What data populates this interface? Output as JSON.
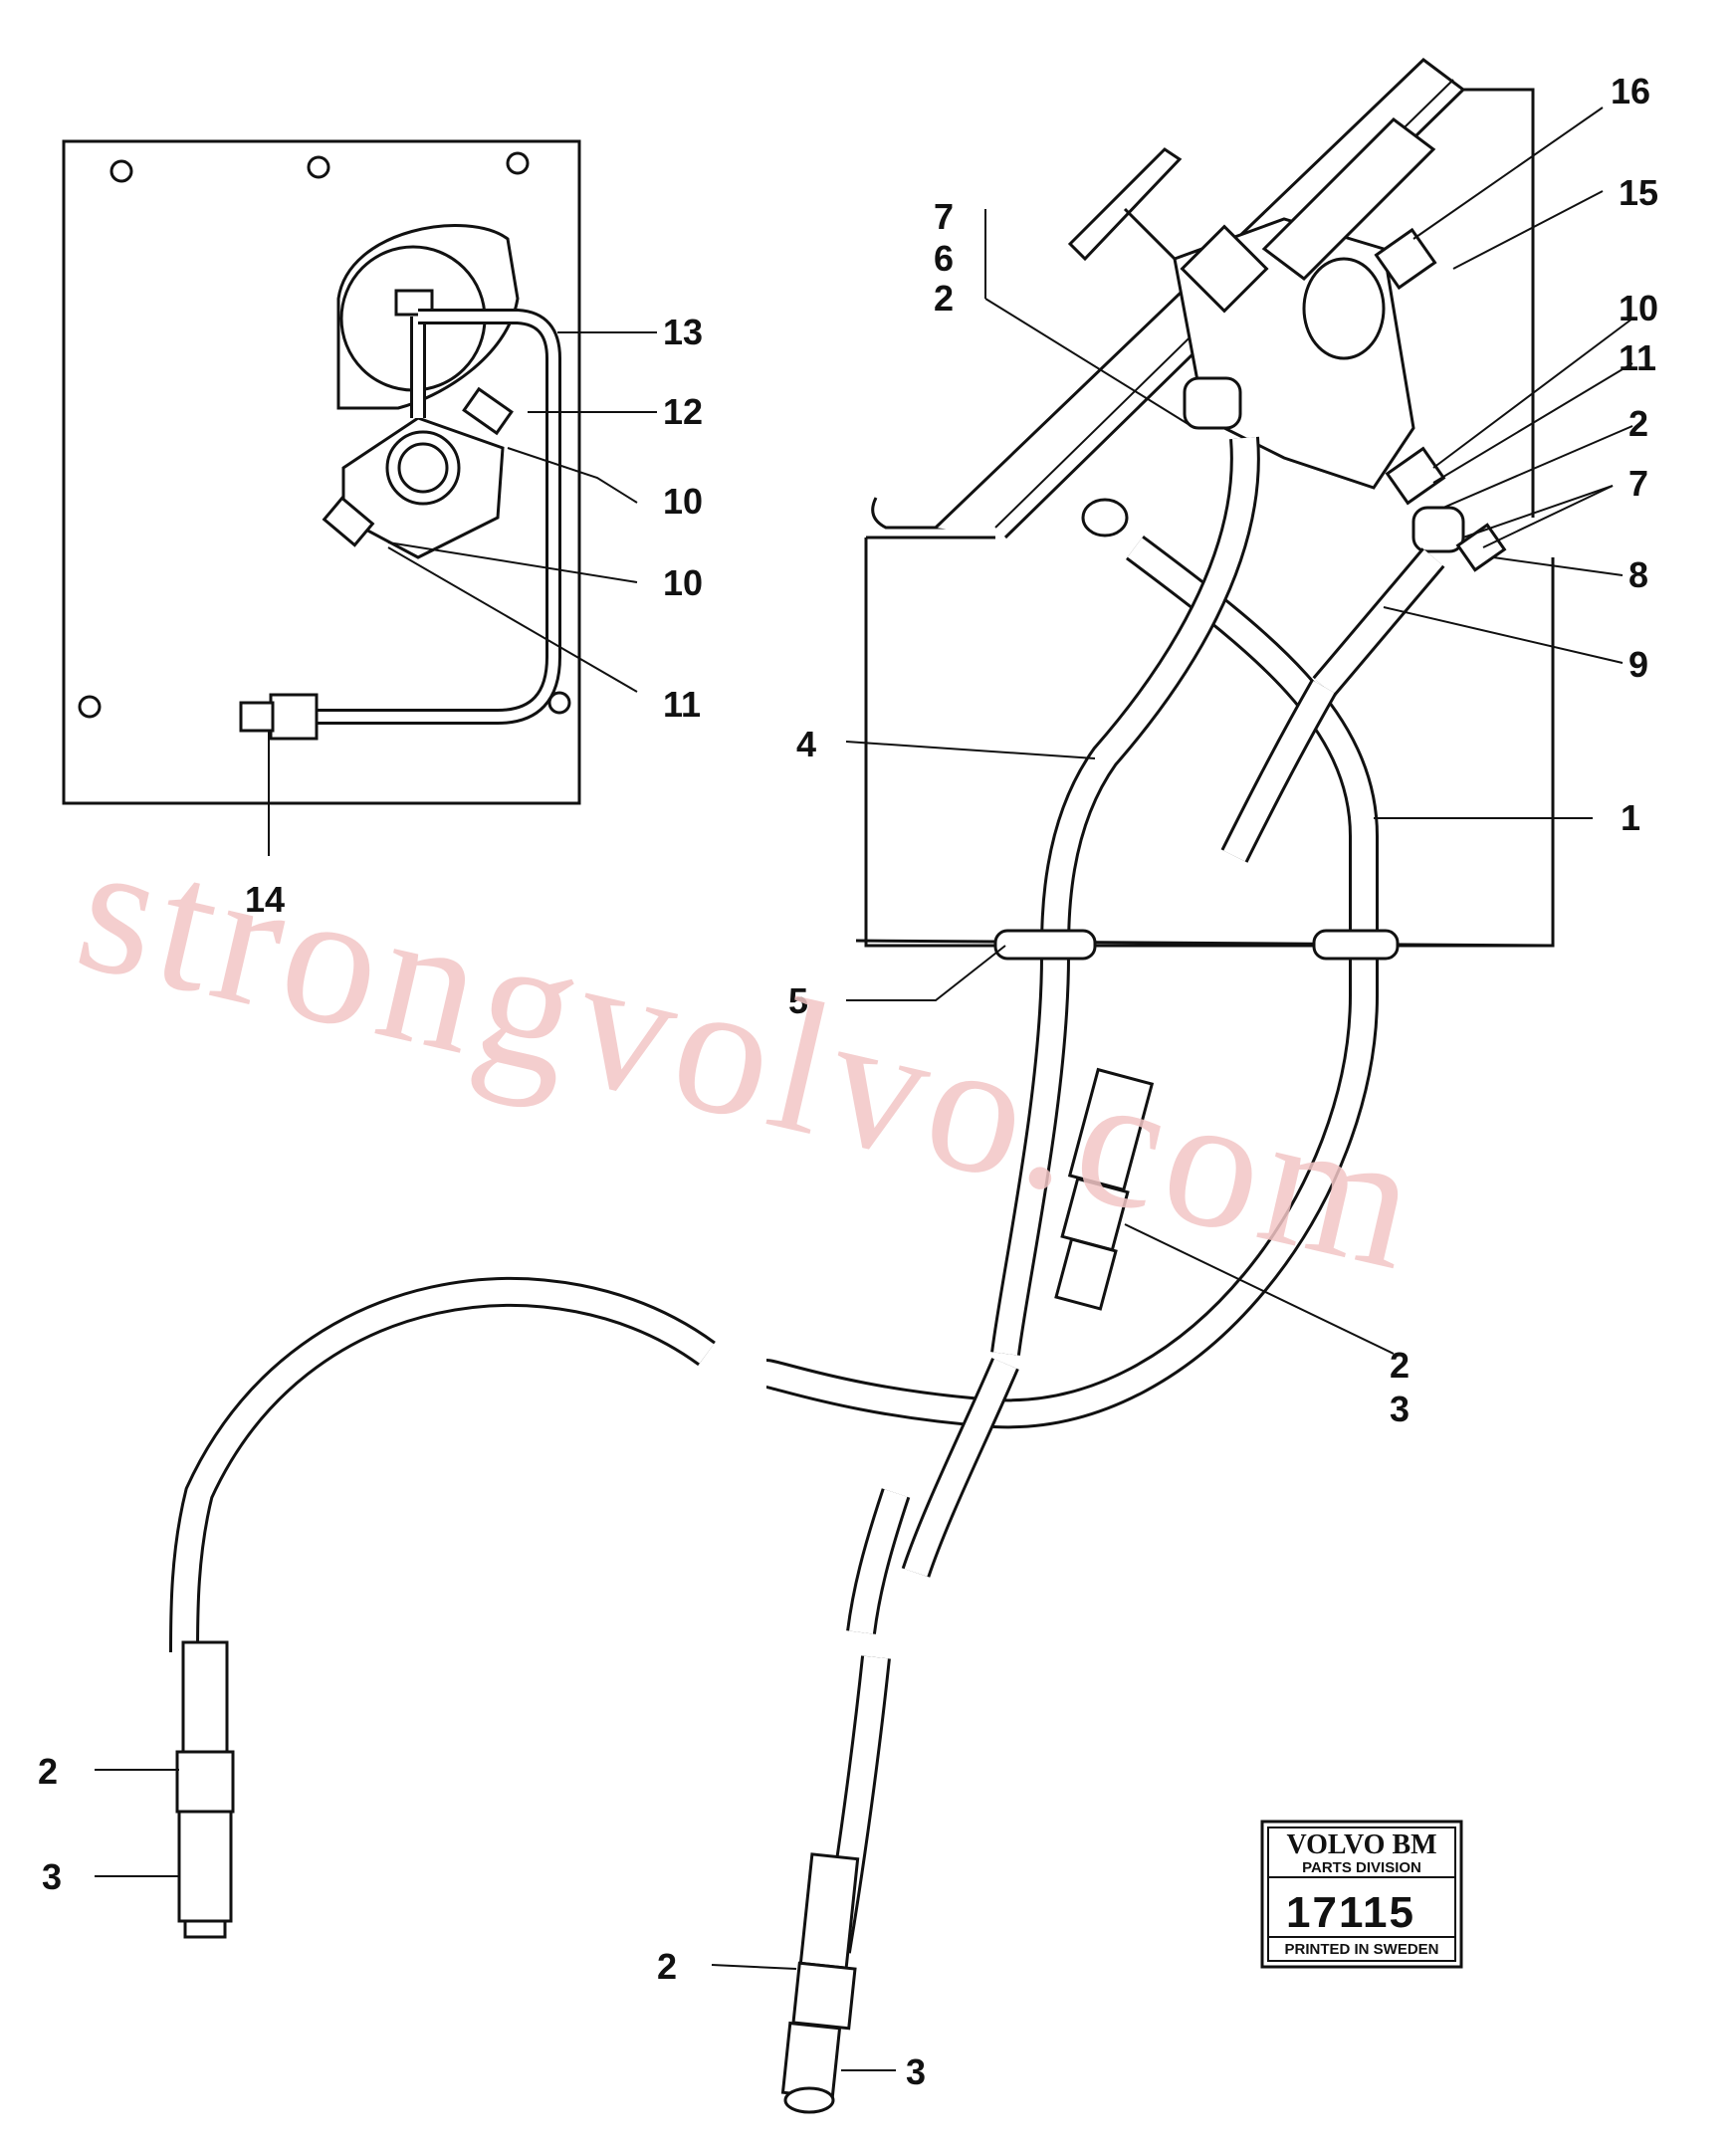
{
  "watermark": "strongvolvo.com",
  "badge": {
    "brand": "VOLVO BM",
    "division": "PARTS DIVISION",
    "number": "17115",
    "footer": "PRINTED IN SWEDEN"
  },
  "callouts": {
    "c16": "16",
    "c15": "15",
    "c7a": "7",
    "c6": "6",
    "c2a": "2",
    "c10a": "10",
    "c11a": "11",
    "c2b": "2",
    "c7b": "7",
    "c8": "8",
    "c9": "9",
    "c13": "13",
    "c12": "12",
    "c10b": "10",
    "c10c": "10",
    "c11b": "11",
    "c14": "14",
    "c4": "4",
    "c1": "1",
    "c5": "5",
    "c2c": "2",
    "c3a": "3",
    "c2d": "2",
    "c3b": "3",
    "c2e": "2",
    "c3c": "3"
  }
}
